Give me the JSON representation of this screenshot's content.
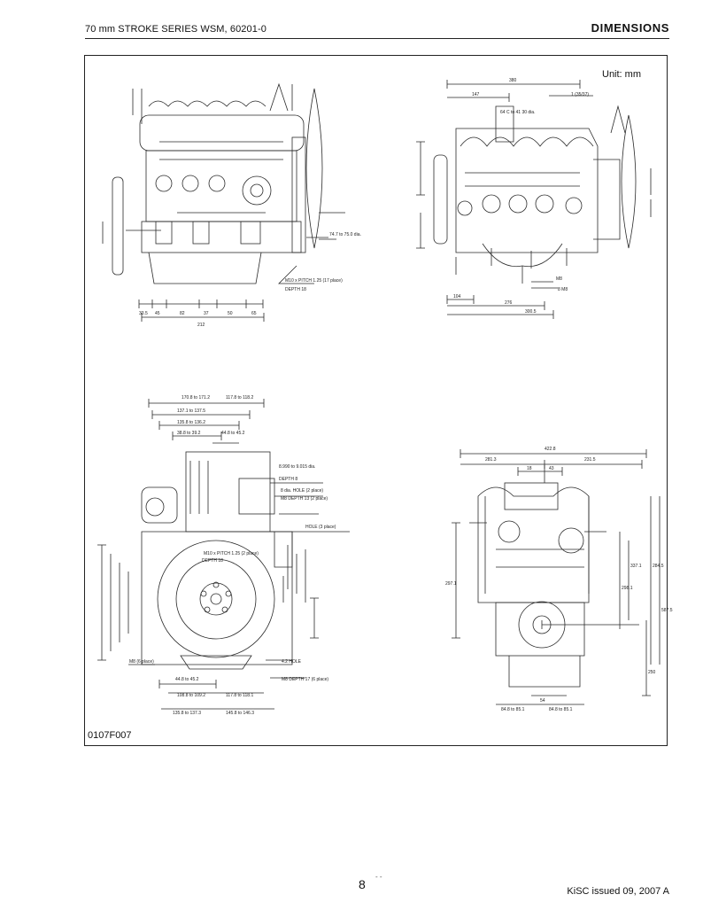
{
  "header": {
    "left_text": "70 mm STROKE SERIES  WSM, 60201-0",
    "section_title": "DIMENSIONS"
  },
  "figure": {
    "unit_label": "Unit: mm",
    "figure_code": "0107F007",
    "views": {
      "front_left": {
        "dims": [
          "33.5",
          "45",
          "82",
          "37",
          "50",
          "65",
          "212"
        ],
        "notes": [
          "M10 x PITCH 1.25 (17 place)",
          "DEPTH 18",
          "74.7 to 75.0 dia."
        ]
      },
      "right_side": {
        "dims": [
          "380",
          "147",
          "1 (35/37)",
          "64 C to 41 30 dia.",
          "104",
          "276",
          "300.5",
          "M8",
          "8 M8"
        ]
      },
      "flywheel": {
        "dims": [
          "170.8 to 171.2",
          "117.8 to 118.2",
          "137.1 to 137.5",
          "135.8 to 136.2",
          "38.8 to 39.2",
          "44.8 to 45.2",
          "44.8 to 45.2",
          "108.8 to 109.2",
          "117.8 to 118.1",
          "135.8 to 137.3",
          "145.8 to 146.3"
        ],
        "notes": [
          "8.990 to 9.015 dia.",
          "DEPTH 8",
          "8 dia. HOLE (2 place)",
          "M8 DEPTH 13  (2 place)",
          "HOLE (3 place)",
          "M10 x PITCH 1.25 (2 place)",
          "DEPTH 18",
          "M8 (6 place)",
          "4.2  HOLE",
          "M8 DEPTH 17  (6 place)"
        ]
      },
      "rear": {
        "dims": [
          "422.8",
          "281.3",
          "231.5",
          "18",
          "43",
          "84.8 to 85.1",
          "84.8 to 85.1",
          "54",
          "297.1",
          "337.1",
          "284.5",
          "298.1",
          "587.5",
          "250"
        ]
      }
    }
  },
  "footer": {
    "page_number": "8",
    "page_mark": "-  -",
    "issued": "KiSC issued 09, 2007 A"
  }
}
